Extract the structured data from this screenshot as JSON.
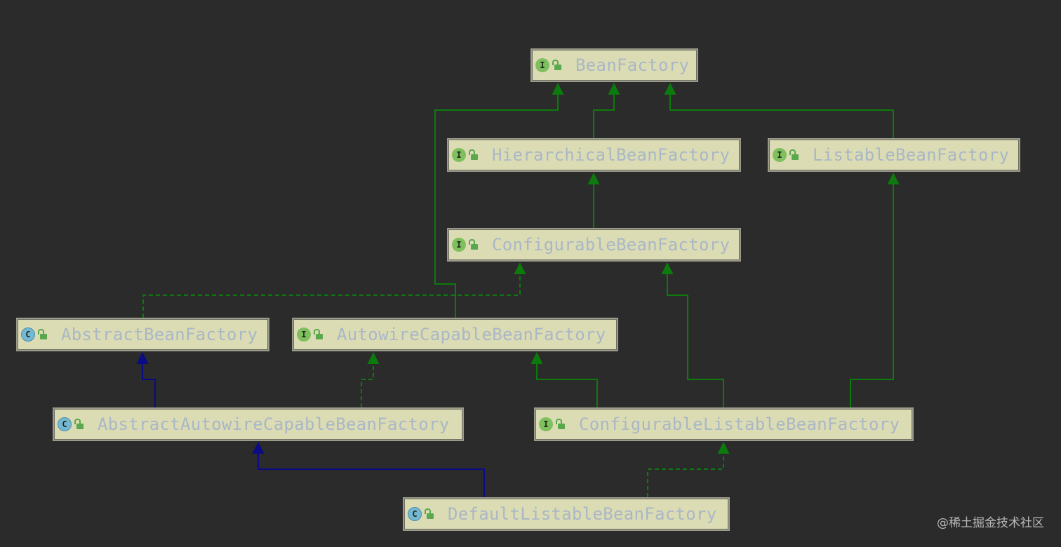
{
  "diagram": {
    "nodes": [
      {
        "id": "BeanFactory",
        "kind": "interface",
        "icon": "I",
        "label": "BeanFactory"
      },
      {
        "id": "HierarchicalBeanFactory",
        "kind": "interface",
        "icon": "I",
        "label": "HierarchicalBeanFactory"
      },
      {
        "id": "ListableBeanFactory",
        "kind": "interface",
        "icon": "I",
        "label": "ListableBeanFactory"
      },
      {
        "id": "ConfigurableBeanFactory",
        "kind": "interface",
        "icon": "I",
        "label": "ConfigurableBeanFactory"
      },
      {
        "id": "AbstractBeanFactory",
        "kind": "class",
        "icon": "C",
        "label": "AbstractBeanFactory"
      },
      {
        "id": "AutowireCapableBeanFactory",
        "kind": "interface",
        "icon": "I",
        "label": "AutowireCapableBeanFactory"
      },
      {
        "id": "AbstractAutowireCapableBeanFactory",
        "kind": "class",
        "icon": "C",
        "label": "AbstractAutowireCapableBeanFactory"
      },
      {
        "id": "ConfigurableListableBeanFactory",
        "kind": "interface",
        "icon": "I",
        "label": "ConfigurableListableBeanFactory"
      },
      {
        "id": "DefaultListableBeanFactory",
        "kind": "class",
        "icon": "C",
        "label": "DefaultListableBeanFactory"
      }
    ],
    "edges": [
      {
        "from": "HierarchicalBeanFactory",
        "to": "BeanFactory",
        "type": "extends-interface"
      },
      {
        "from": "ListableBeanFactory",
        "to": "BeanFactory",
        "type": "extends-interface"
      },
      {
        "from": "AutowireCapableBeanFactory",
        "to": "BeanFactory",
        "type": "extends-interface"
      },
      {
        "from": "ConfigurableBeanFactory",
        "to": "HierarchicalBeanFactory",
        "type": "extends-interface"
      },
      {
        "from": "AbstractBeanFactory",
        "to": "ConfigurableBeanFactory",
        "type": "implements"
      },
      {
        "from": "ConfigurableListableBeanFactory",
        "to": "ConfigurableBeanFactory",
        "type": "extends-interface"
      },
      {
        "from": "ConfigurableListableBeanFactory",
        "to": "ListableBeanFactory",
        "type": "extends-interface"
      },
      {
        "from": "ConfigurableListableBeanFactory",
        "to": "AutowireCapableBeanFactory",
        "type": "extends-interface"
      },
      {
        "from": "AbstractAutowireCapableBeanFactory",
        "to": "AbstractBeanFactory",
        "type": "extends-class"
      },
      {
        "from": "AbstractAutowireCapableBeanFactory",
        "to": "AutowireCapableBeanFactory",
        "type": "implements"
      },
      {
        "from": "DefaultListableBeanFactory",
        "to": "AbstractAutowireCapableBeanFactory",
        "type": "extends-class"
      },
      {
        "from": "DefaultListableBeanFactory",
        "to": "ConfigurableListableBeanFactory",
        "type": "implements"
      }
    ],
    "colors": {
      "background": "#2b2b2b",
      "node_fill": "#dcdcb4",
      "label": "#a9b7c6",
      "interface_edge": "#0c7a0c",
      "class_edge": "#0b0b85"
    }
  },
  "watermark": "@稀土掘金技术社区"
}
